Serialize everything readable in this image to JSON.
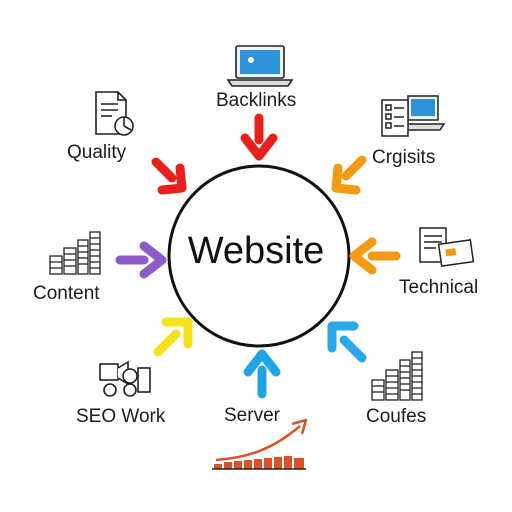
{
  "center": {
    "label": "Website"
  },
  "nodes": [
    {
      "label": "Backlinks",
      "icon": "laptop-icon",
      "arrow_color": "#e8201c"
    },
    {
      "label": "Crgisits",
      "icon": "laptop-checklist-icon",
      "arrow_color": "#f39a12"
    },
    {
      "label": "Technical",
      "icon": "documents-card-icon",
      "arrow_color": "#f59a12"
    },
    {
      "label": "Coufes",
      "icon": "coin-stack-icon",
      "arrow_color": "#29a7e8"
    },
    {
      "label": "Server",
      "icon": "rising-bar-chart-icon",
      "arrow_color": "#1fa4e4"
    },
    {
      "label": "SEO Work",
      "icon": "tools-gears-icon",
      "arrow_color": "#f5e21a"
    },
    {
      "label": "Content",
      "icon": "coin-stack-icon",
      "arrow_color": "#8b5cc8"
    },
    {
      "label": "Quality",
      "icon": "document-chart-icon",
      "arrow_color": "#e8201c"
    }
  ],
  "colors": {
    "circle_stroke": "#111111",
    "chart_line": "#d9522a"
  }
}
